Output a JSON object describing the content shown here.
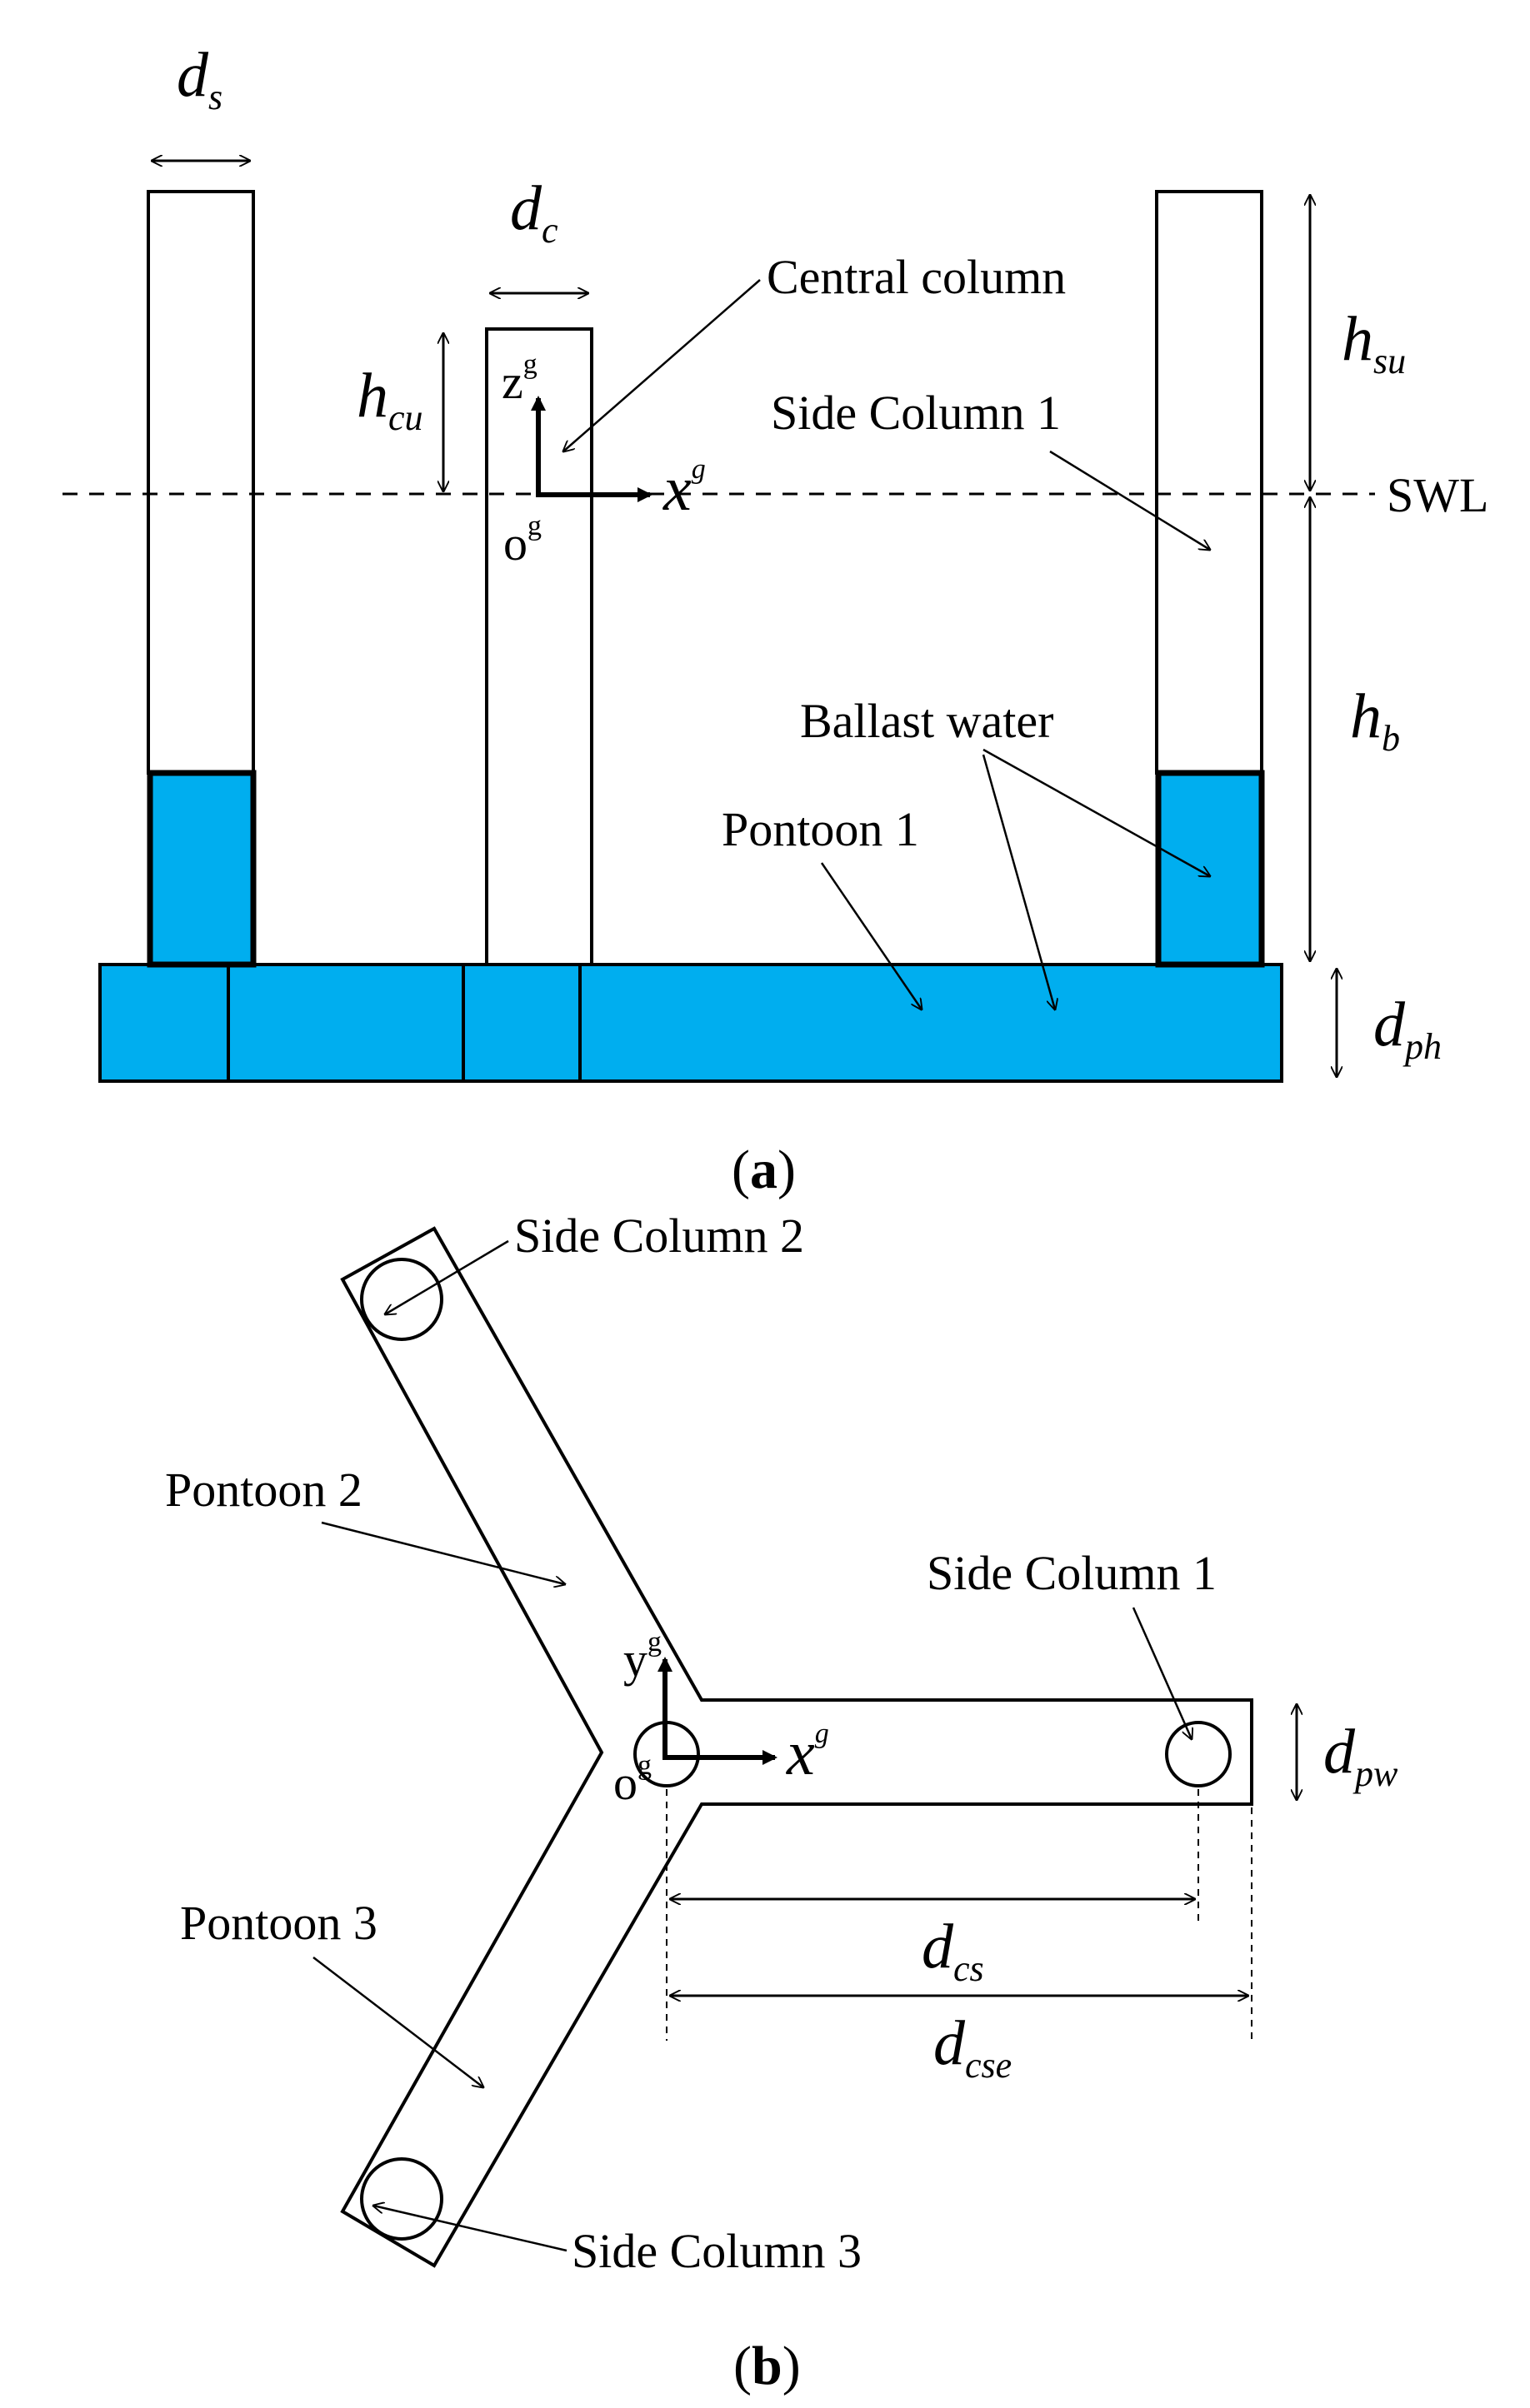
{
  "colors": {
    "ballast_fill": "#00AEEF",
    "line": "#000000"
  },
  "panel_a": {
    "caption_open": "(",
    "caption_letter": "a",
    "caption_close": ")",
    "labels": {
      "central_column": "Central column",
      "side_column_1": "Side Column 1",
      "ballast_water": "Ballast water",
      "pontoon_1": "Pontoon 1",
      "swl": "SWL"
    },
    "dimensions": {
      "ds": {
        "base": "d",
        "sub": "s"
      },
      "dc": {
        "base": "d",
        "sub": "c"
      },
      "hcu": {
        "base": "h",
        "sub": "cu"
      },
      "hsu": {
        "base": "h",
        "sub": "su"
      },
      "hb": {
        "base": "h",
        "sub": "b"
      },
      "dph": {
        "base": "d",
        "sub": "ph"
      }
    },
    "axes": {
      "z": {
        "base": "z",
        "sup": "g"
      },
      "x": {
        "base": "x",
        "sup": "g"
      },
      "o": {
        "base": "o",
        "sup": "g"
      }
    }
  },
  "panel_b": {
    "caption_open": "(",
    "caption_letter": "b",
    "caption_close": ")",
    "labels": {
      "side_column_2": "Side Column 2",
      "pontoon_2": "Pontoon 2",
      "side_column_1": "Side Column 1",
      "pontoon_3": "Pontoon 3",
      "side_column_3": "Side Column 3"
    },
    "dimensions": {
      "dpw": {
        "base": "d",
        "sub": "pw"
      },
      "dcs": {
        "base": "d",
        "sub": "cs"
      },
      "dcse": {
        "base": "d",
        "sub": "cse"
      }
    },
    "axes": {
      "y": {
        "base": "y",
        "sup": "g"
      },
      "x": {
        "base": "x",
        "sup": "g"
      },
      "o": {
        "base": "o",
        "sup": "g"
      }
    }
  }
}
